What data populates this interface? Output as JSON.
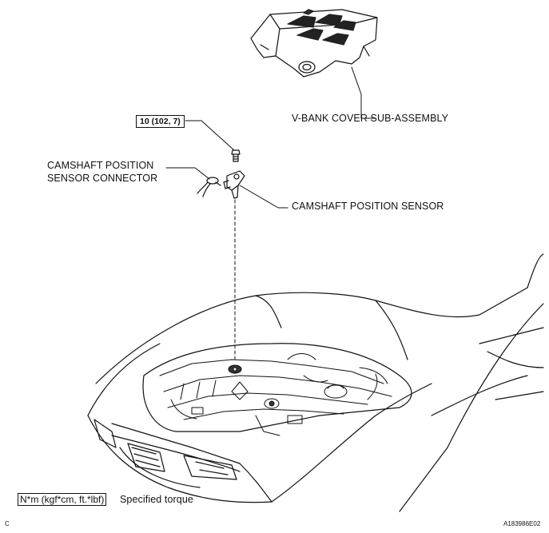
{
  "labels": {
    "cover": "V-BANK COVER SUB-ASSEMBLY",
    "torque": "10 (102, 7)",
    "connector_line1": "CAMSHAFT POSITION",
    "connector_line2": "SENSOR CONNECTOR",
    "sensor": "CAMSHAFT POSITION SENSOR"
  },
  "legend": {
    "unit": "N*m (kgf*cm, ft.*lbf)",
    "text": "Specified torque"
  },
  "footer": {
    "left": "C",
    "right": "A183986E02"
  }
}
